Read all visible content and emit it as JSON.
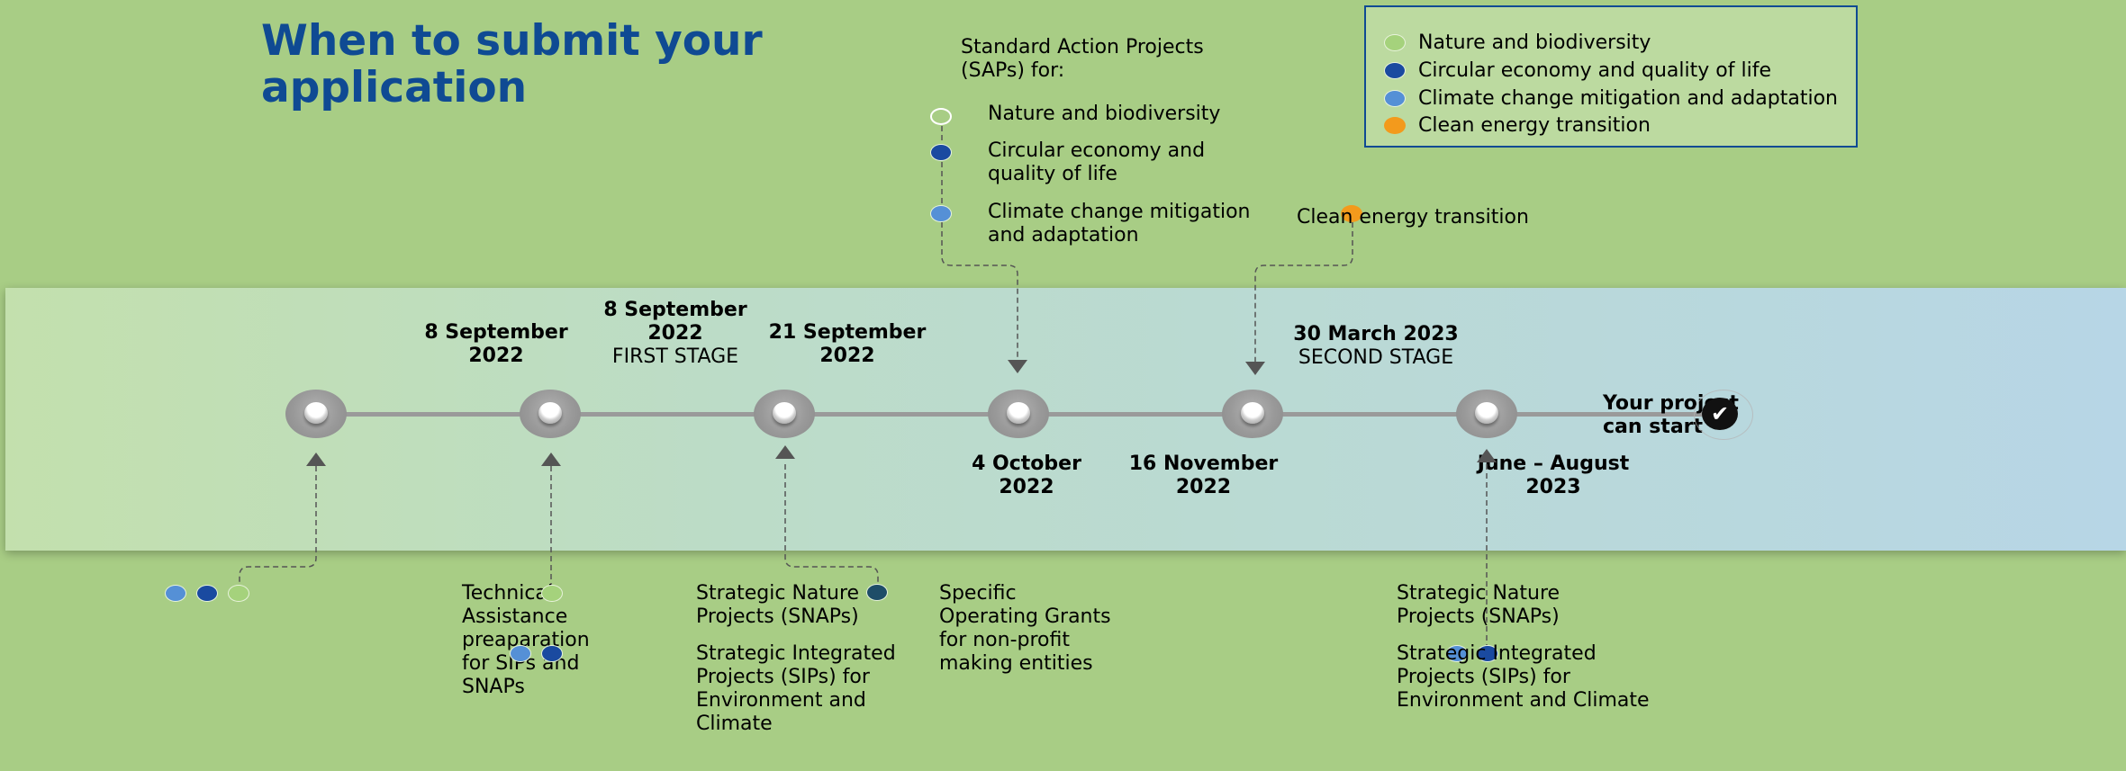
{
  "title": "When to submit your application",
  "legend": [
    {
      "label": "Nature and biodiversity",
      "color": "#a5d27c"
    },
    {
      "label": "Circular economy and quality of life",
      "color": "#1a4aa0"
    },
    {
      "label": "Climate change mitigation and adaptation",
      "color": "#5590d6"
    },
    {
      "label": "Clean energy transition",
      "color": "#f39a1c"
    }
  ],
  "saps": {
    "heading": "Standard Action Projects (SAPs) for:",
    "items": [
      "Nature and biodiversity",
      "Circular economy and quality of life",
      "Climate change mitigation and adaptation"
    ]
  },
  "clean_energy_label": "Clean energy transition",
  "dates": {
    "d1": "8 September 2022",
    "d2": "8 September 2022",
    "d2_stage": "FIRST STAGE",
    "d3": "21 September 2022",
    "d4": "4 October 2022",
    "d5": "16 November 2022",
    "d6": "30 March 2023",
    "d6_stage": "SECOND STAGE",
    "d7": "June – August 2023"
  },
  "project_start": "Your project can start",
  "below": {
    "ta": "Technical Assistance preaparation for SIPs and SNAPs",
    "snap1": "Strategic Nature Projects (SNAPs)",
    "sip1": "Strategic Integrated Projects (SIPs) for Environment and Climate",
    "sog": "Specific Operating Grants for non-profit making entities",
    "snap2": "Strategic Nature Projects (SNAPs)",
    "sip2": "Strategic Integrated Projects (SIPs) for Environment and Climate"
  },
  "icons": {
    "check": "check-icon"
  }
}
